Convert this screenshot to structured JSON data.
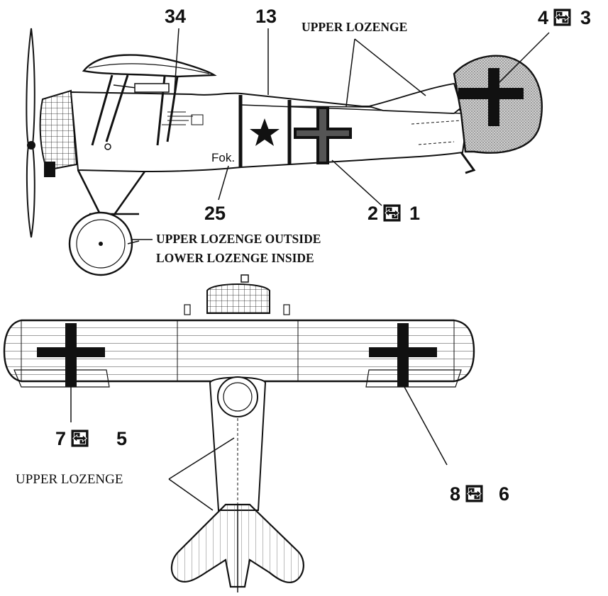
{
  "side_view": {
    "label_34": "34",
    "label_13": "13",
    "label_upper_lozenge": "UPPER  LOZENGE",
    "label_4": "4",
    "label_3": "3",
    "label_fok": "Fok.",
    "label_25": "25",
    "label_2": "2",
    "label_1": "1",
    "label_wheel_line1": "UPPER  LOZENGE OUTSIDE",
    "label_wheel_line2": "LOWER LOZENGE INSIDE"
  },
  "top_view": {
    "label_7": "7",
    "label_5": "5",
    "label_8": "8",
    "label_6": "6",
    "label_upper_lozenge": "UPPER LOZENGE"
  },
  "icons": {
    "swap": "decal-swap-icon"
  },
  "colors": {
    "line": "#111111",
    "paper": "#ffffff",
    "lozenge_shade": "#bdbdbd"
  }
}
